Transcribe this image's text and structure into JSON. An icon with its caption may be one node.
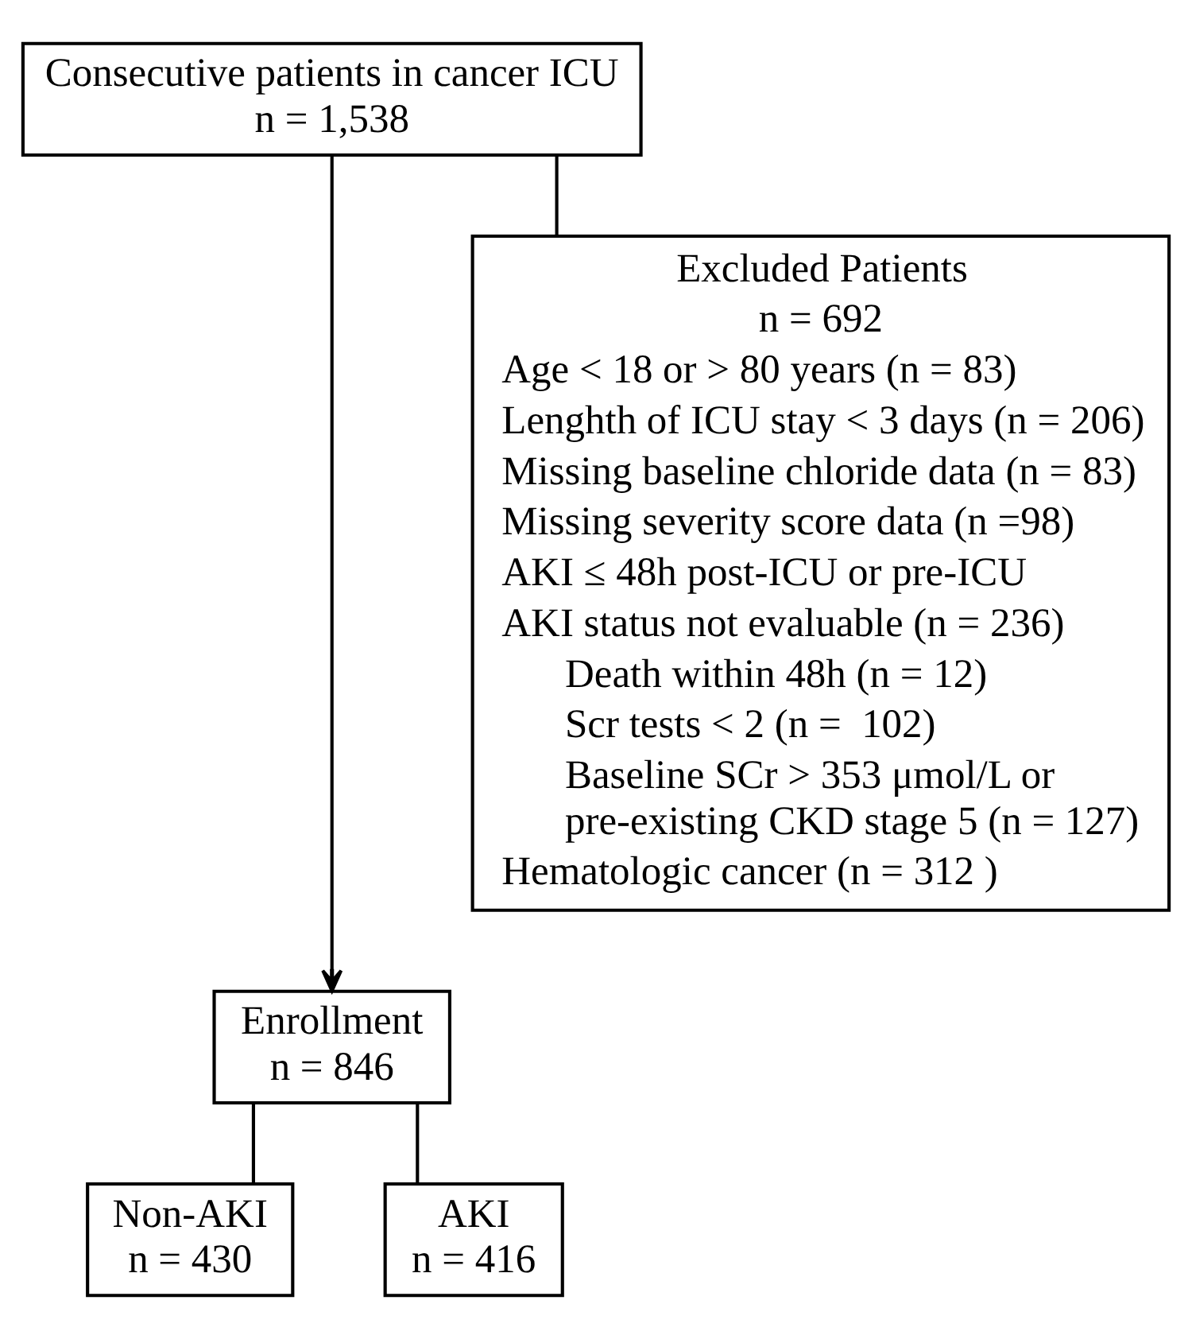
{
  "diagram": {
    "nodes": [
      {
        "text": [
          "Consecutive patients in cancer ICU",
          "n = 1,538"
        ]
      },
      {
        "text": [
          "Excluded Patients",
          "n = 692",
          "Age < 18 or > 80 years (n = 83)",
          "Lenghth of ICU stay < 3 days (n = 206)",
          "Missing baseline chloride data (n = 83)",
          "Missing severity score data (n =98)",
          "AKI ≤ 48h post-ICU or pre-ICU",
          "AKI status not evaluable (n = 236)",
          "Death within 48h (n = 12)",
          "Scr tests < 2 (n =  102)",
          "Baseline SCr > 353 μmol/L or pre-existing CKD stage 5 (n = 127)",
          "Hematologic cancer (n = 312 )"
        ]
      },
      {
        "text": [
          "Enrollment",
          "n = 846"
        ]
      },
      {
        "text": [
          "Non-AKI",
          "n = 430"
        ]
      },
      {
        "text": [
          "AKI",
          "n = 416"
        ]
      }
    ],
    "edges": [
      {
        "from": 0,
        "to": 2,
        "arrow": "to"
      },
      {
        "from": 0,
        "to": 1,
        "arrow": "none"
      },
      {
        "from": 2,
        "to": 3,
        "arrow": "none"
      },
      {
        "from": 2,
        "to": 4,
        "arrow": "none"
      }
    ]
  }
}
